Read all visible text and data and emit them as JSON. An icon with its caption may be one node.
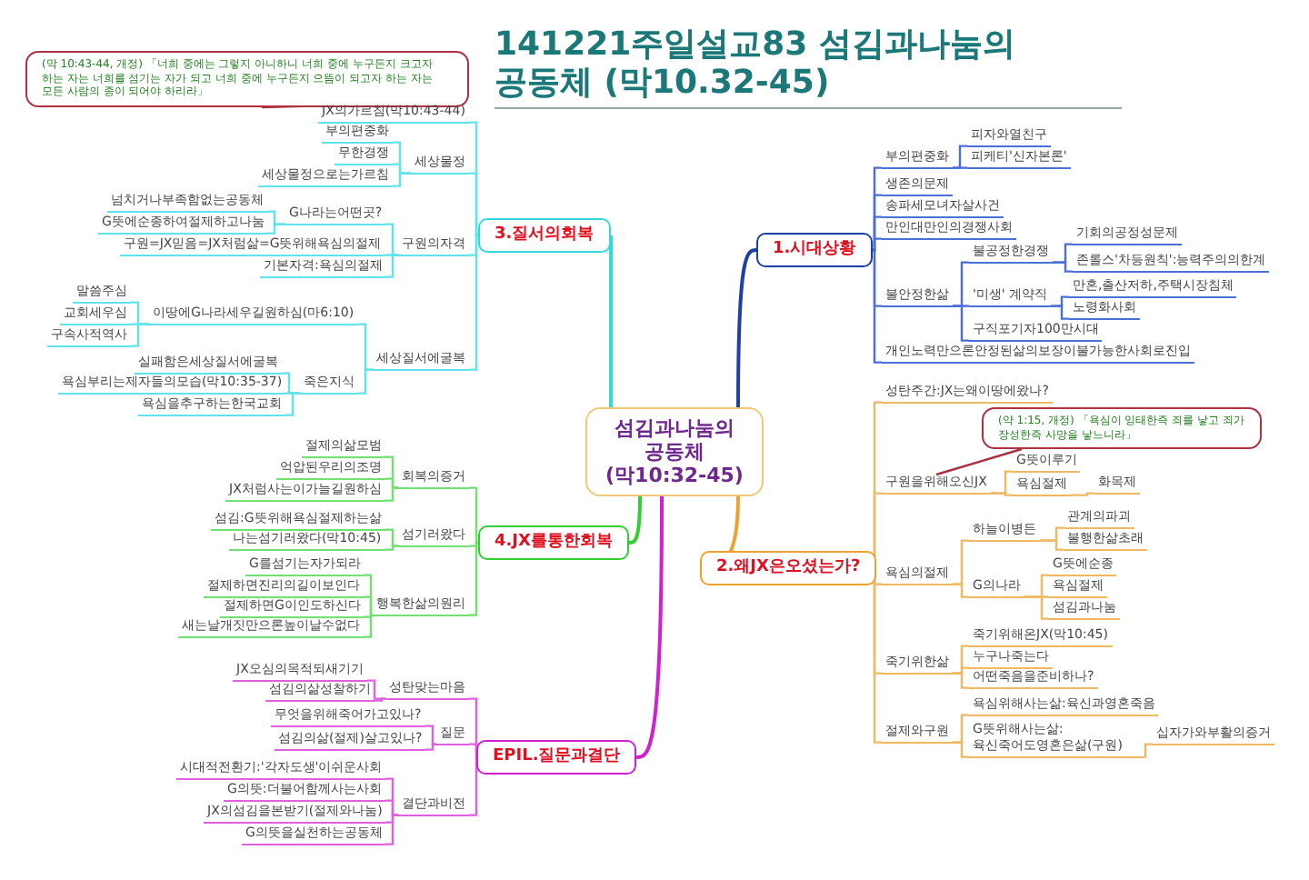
{
  "diagram": {
    "title": "141221주일설교83 섬김과나눔의 공동체 (막10.32-45)",
    "nodes": [
      {
        "text": [
          "섬김과나눔의 공동체 (막10:32-45)"
        ]
      },
      {
        "text": [
          "1.시대상황"
        ]
      },
      {
        "text": [
          "부의편중화"
        ]
      },
      {
        "text": [
          "피자와열친구"
        ]
      },
      {
        "text": [
          "피케티'신자본론'"
        ]
      },
      {
        "text": [
          "생존의문제"
        ]
      },
      {
        "text": [
          "송파세모녀자살사건"
        ]
      },
      {
        "text": [
          "만인대만인의경쟁사회"
        ]
      },
      {
        "text": [
          "불안정한삶"
        ]
      },
      {
        "text": [
          "불공정한경쟁"
        ]
      },
      {
        "text": [
          "기회의공정성문제"
        ]
      },
      {
        "text": [
          "존롤스'차등원칙':능력주의의한계"
        ]
      },
      {
        "text": [
          "'미생' 계약직"
        ]
      },
      {
        "text": [
          "만혼,출산저하,주택시장침체"
        ]
      },
      {
        "text": [
          "노령화사회"
        ]
      },
      {
        "text": [
          "구직포기자100만시대"
        ]
      },
      {
        "text": [
          "개인노력만으론안정된삶의보장이불가능한사회로진입"
        ]
      },
      {
        "text": [
          "2.왜JX은오셨는가?"
        ]
      },
      {
        "text": [
          "성탄주간:JX는왜이땅에왔나?"
        ]
      },
      {
        "text": [
          "(약 1:15, 개정) 「욕심이 잉태한즉 죄를 낳고 죄가 장성한즉 사망을 낳느니라」"
        ]
      },
      {
        "text": [
          "구원을위해오신JX"
        ]
      },
      {
        "text": [
          "G뜻이루기"
        ]
      },
      {
        "text": [
          "욕심절제"
        ]
      },
      {
        "text": [
          "화목제"
        ]
      },
      {
        "text": [
          "욕심의절제"
        ]
      },
      {
        "text": [
          "하늘이병든"
        ]
      },
      {
        "text": [
          "관계의파괴"
        ]
      },
      {
        "text": [
          "불행한삶초래"
        ]
      },
      {
        "text": [
          "G의나라"
        ]
      },
      {
        "text": [
          "G뜻에순종"
        ]
      },
      {
        "text": [
          "욕심절제"
        ]
      },
      {
        "text": [
          "섬김과나눔"
        ]
      },
      {
        "text": [
          "죽기위한삶"
        ]
      },
      {
        "text": [
          "죽기위해온JX(막10:45)"
        ]
      },
      {
        "text": [
          "누구나죽는다"
        ]
      },
      {
        "text": [
          "어떤죽음을준비하나?"
        ]
      },
      {
        "text": [
          "절제와구원"
        ]
      },
      {
        "text": [
          "욕심위해사는삶:육신과영혼죽음"
        ]
      },
      {
        "text": [
          "G뜻위해사는삶: 육신죽어도영혼은삶(구원)"
        ]
      },
      {
        "text": [
          "십자가와부활의증거"
        ]
      },
      {
        "text": [
          "3.질서의회복"
        ]
      },
      {
        "text": [
          "(막 10:43-44, 개정) 「너희 중에는 그렇지 아니하니 너희 중에 누구든지 크고자 하는 자는 너희를 섬기는 자가 되고 너희 중에 누구든지 으뜸이 되고자 하는 자는 모든 사람의 종이 되어야 하리라」"
        ]
      },
      {
        "text": [
          "JX의가르침(막10:43-44)"
        ]
      },
      {
        "text": [
          "세상물정"
        ]
      },
      {
        "text": [
          "부의편중화"
        ]
      },
      {
        "text": [
          "무한경쟁"
        ]
      },
      {
        "text": [
          "세상물정으로는가르침"
        ]
      },
      {
        "text": [
          "구원의자격"
        ]
      },
      {
        "text": [
          "G나라는어떤곳?"
        ]
      },
      {
        "text": [
          "넘치거나부족함없는공동체"
        ]
      },
      {
        "text": [
          "G뜻에순종하여절제하고나눔"
        ]
      },
      {
        "text": [
          "구원=JX믿음=JX처럼삶=G뜻위해욕심의절제"
        ]
      },
      {
        "text": [
          "기본자격:욕심의절제"
        ]
      },
      {
        "text": [
          "세상질서에굴복"
        ]
      },
      {
        "text": [
          "이땅에G나라세우길원하심(마6:10)"
        ]
      },
      {
        "text": [
          "말씀주심"
        ]
      },
      {
        "text": [
          "교회세우심"
        ]
      },
      {
        "text": [
          "구속사적역사"
        ]
      },
      {
        "text": [
          "죽은지식"
        ]
      },
      {
        "text": [
          "실패함은세상질서에굴복"
        ]
      },
      {
        "text": [
          "욕심부리는제자들의모습(막10:35-37)"
        ]
      },
      {
        "text": [
          "욕심을추구하는한국교회"
        ]
      },
      {
        "text": [
          "4.JX를통한회복"
        ]
      },
      {
        "text": [
          "회복의증거"
        ]
      },
      {
        "text": [
          "절제의삶모범"
        ]
      },
      {
        "text": [
          "억압된우리의조명"
        ]
      },
      {
        "text": [
          "JX처럼사는이가늘길원하심"
        ]
      },
      {
        "text": [
          "섬기러왔다"
        ]
      },
      {
        "text": [
          "섬김:G뜻위해욕심절제하는삶"
        ]
      },
      {
        "text": [
          "나는섬기러왔다(막10:45)"
        ]
      },
      {
        "text": [
          "행복한삶의원리"
        ]
      },
      {
        "text": [
          "G를섬기는자가되라"
        ]
      },
      {
        "text": [
          "절제하면진리의길이보인다"
        ]
      },
      {
        "text": [
          "절제하면G이인도하신다"
        ]
      },
      {
        "text": [
          "새는날개짓만으론높이날수없다"
        ]
      },
      {
        "text": [
          "EPIL.질문과결단"
        ]
      },
      {
        "text": [
          "성탄맞는마음"
        ]
      },
      {
        "text": [
          "JX오심의목적되새기기"
        ]
      },
      {
        "text": [
          "섬김의삶성찰하기"
        ]
      },
      {
        "text": [
          "질문"
        ]
      },
      {
        "text": [
          "무엇을위해죽어가고있나?"
        ]
      },
      {
        "text": [
          "섬김의삶(절제)살고있나?"
        ]
      },
      {
        "text": [
          "결단과비전"
        ]
      },
      {
        "text": [
          "시대적전환기:'각자도생'이쉬운사회"
        ]
      },
      {
        "text": [
          "G의뜻:더불어함께사는사회"
        ]
      },
      {
        "text": [
          "JX의섬김을본받기(절제와나눔)"
        ]
      },
      {
        "text": [
          "G의뜻을실천하는공동체"
        ]
      }
    ],
    "edges": [
      {
        "from": 0,
        "to": 1,
        "arrow": "none",
        "color": "#1f3fa8"
      },
      {
        "from": 1,
        "to": 2,
        "arrow": "none",
        "color": "#4a6fd8"
      },
      {
        "from": 2,
        "to": 3,
        "arrow": "none",
        "color": "#4a6fd8"
      },
      {
        "from": 2,
        "to": 4,
        "arrow": "none",
        "color": "#4a6fd8"
      },
      {
        "from": 1,
        "to": 5,
        "arrow": "none",
        "color": "#4a6fd8"
      },
      {
        "from": 1,
        "to": 6,
        "arrow": "none",
        "color": "#4a6fd8"
      },
      {
        "from": 1,
        "to": 7,
        "arrow": "none",
        "color": "#4a6fd8"
      },
      {
        "from": 1,
        "to": 8,
        "arrow": "none",
        "color": "#4a6fd8"
      },
      {
        "from": 8,
        "to": 9,
        "arrow": "none",
        "color": "#4a6fd8"
      },
      {
        "from": 9,
        "to": 10,
        "arrow": "none",
        "color": "#4a6fd8"
      },
      {
        "from": 9,
        "to": 11,
        "arrow": "none",
        "color": "#4a6fd8"
      },
      {
        "from": 8,
        "to": 12,
        "arrow": "none",
        "color": "#4a6fd8"
      },
      {
        "from": 12,
        "to": 13,
        "arrow": "none",
        "color": "#4a6fd8"
      },
      {
        "from": 12,
        "to": 14,
        "arrow": "none",
        "color": "#4a6fd8"
      },
      {
        "from": 8,
        "to": 15,
        "arrow": "none",
        "color": "#4a6fd8"
      },
      {
        "from": 1,
        "to": 16,
        "arrow": "none",
        "color": "#4a6fd8"
      },
      {
        "from": 0,
        "to": 17,
        "arrow": "none",
        "color": "#f0a030"
      },
      {
        "from": 17,
        "to": 18,
        "arrow": "none",
        "color": "#f0b860"
      },
      {
        "from": 19,
        "to": 20,
        "arrow": "none",
        "color": "#a83040"
      },
      {
        "from": 17,
        "to": 20,
        "arrow": "none",
        "color": "#f0b860"
      },
      {
        "from": 20,
        "to": 21,
        "arrow": "none",
        "color": "#f0b860"
      },
      {
        "from": 20,
        "to": 22,
        "arrow": "none",
        "color": "#f0b860"
      },
      {
        "from": 22,
        "to": 23,
        "arrow": "none",
        "color": "#f0b860"
      },
      {
        "from": 17,
        "to": 24,
        "arrow": "none",
        "color": "#f0b860"
      },
      {
        "from": 24,
        "to": 25,
        "arrow": "none",
        "color": "#f0b860"
      },
      {
        "from": 25,
        "to": 26,
        "arrow": "none",
        "color": "#f0b860"
      },
      {
        "from": 25,
        "to": 27,
        "arrow": "none",
        "color": "#f0b860"
      },
      {
        "from": 24,
        "to": 28,
        "arrow": "none",
        "color": "#f0b860"
      },
      {
        "from": 28,
        "to": 29,
        "arrow": "none",
        "color": "#f0b860"
      },
      {
        "from": 28,
        "to": 30,
        "arrow": "none",
        "color": "#f0b860"
      },
      {
        "from": 28,
        "to": 31,
        "arrow": "none",
        "color": "#f0b860"
      },
      {
        "from": 17,
        "to": 32,
        "arrow": "none",
        "color": "#f0b860"
      },
      {
        "from": 32,
        "to": 33,
        "arrow": "none",
        "color": "#f0b860"
      },
      {
        "from": 32,
        "to": 34,
        "arrow": "none",
        "color": "#f0b860"
      },
      {
        "from": 32,
        "to": 35,
        "arrow": "none",
        "color": "#f0b860"
      },
      {
        "from": 17,
        "to": 36,
        "arrow": "none",
        "color": "#f0b860"
      },
      {
        "from": 36,
        "to": 37,
        "arrow": "none",
        "color": "#f0b860"
      },
      {
        "from": 36,
        "to": 38,
        "arrow": "none",
        "color": "#f0b860"
      },
      {
        "from": 38,
        "to": 39,
        "arrow": "none",
        "color": "#f0b860"
      },
      {
        "from": 0,
        "to": 40,
        "arrow": "none",
        "color": "#30d8e0"
      },
      {
        "from": 41,
        "to": 42,
        "arrow": "none",
        "color": "#a83040"
      },
      {
        "from": 40,
        "to": 42,
        "arrow": "none",
        "color": "#60e4ec"
      },
      {
        "from": 40,
        "to": 43,
        "arrow": "none",
        "color": "#60e4ec"
      },
      {
        "from": 43,
        "to": 44,
        "arrow": "none",
        "color": "#60e4ec"
      },
      {
        "from": 43,
        "to": 45,
        "arrow": "none",
        "color": "#60e4ec"
      },
      {
        "from": 43,
        "to": 46,
        "arrow": "none",
        "color": "#60e4ec"
      },
      {
        "from": 40,
        "to": 47,
        "arrow": "none",
        "color": "#60e4ec"
      },
      {
        "from": 47,
        "to": 48,
        "arrow": "none",
        "color": "#60e4ec"
      },
      {
        "from": 48,
        "to": 49,
        "arrow": "none",
        "color": "#60e4ec"
      },
      {
        "from": 48,
        "to": 50,
        "arrow": "none",
        "color": "#60e4ec"
      },
      {
        "from": 47,
        "to": 51,
        "arrow": "none",
        "color": "#60e4ec"
      },
      {
        "from": 47,
        "to": 52,
        "arrow": "none",
        "color": "#60e4ec"
      },
      {
        "from": 40,
        "to": 53,
        "arrow": "none",
        "color": "#60e4ec"
      },
      {
        "from": 53,
        "to": 54,
        "arrow": "none",
        "color": "#60e4ec"
      },
      {
        "from": 54,
        "to": 55,
        "arrow": "none",
        "color": "#60e4ec"
      },
      {
        "from": 54,
        "to": 56,
        "arrow": "none",
        "color": "#60e4ec"
      },
      {
        "from": 54,
        "to": 57,
        "arrow": "none",
        "color": "#60e4ec"
      },
      {
        "from": 53,
        "to": 58,
        "arrow": "none",
        "color": "#60e4ec"
      },
      {
        "from": 58,
        "to": 59,
        "arrow": "none",
        "color": "#60e4ec"
      },
      {
        "from": 58,
        "to": 60,
        "arrow": "none",
        "color": "#60e4ec"
      },
      {
        "from": 58,
        "to": 61,
        "arrow": "none",
        "color": "#60e4ec"
      },
      {
        "from": 0,
        "to": 62,
        "arrow": "none",
        "color": "#30d030"
      },
      {
        "from": 62,
        "to": 63,
        "arrow": "none",
        "color": "#70e070"
      },
      {
        "from": 63,
        "to": 64,
        "arrow": "none",
        "color": "#70e070"
      },
      {
        "from": 63,
        "to": 65,
        "arrow": "none",
        "color": "#70e070"
      },
      {
        "from": 63,
        "to": 66,
        "arrow": "none",
        "color": "#70e070"
      },
      {
        "from": 62,
        "to": 67,
        "arrow": "none",
        "color": "#70e070"
      },
      {
        "from": 67,
        "to": 68,
        "arrow": "none",
        "color": "#70e070"
      },
      {
        "from": 67,
        "to": 69,
        "arrow": "none",
        "color": "#70e070"
      },
      {
        "from": 62,
        "to": 70,
        "arrow": "none",
        "color": "#70e070"
      },
      {
        "from": 70,
        "to": 71,
        "arrow": "none",
        "color": "#70e070"
      },
      {
        "from": 70,
        "to": 72,
        "arrow": "none",
        "color": "#70e070"
      },
      {
        "from": 70,
        "to": 73,
        "arrow": "none",
        "color": "#70e070"
      },
      {
        "from": 70,
        "to": 74,
        "arrow": "none",
        "color": "#70e070"
      },
      {
        "from": 0,
        "to": 75,
        "arrow": "none",
        "color": "#d020d0"
      },
      {
        "from": 75,
        "to": 76,
        "arrow": "none",
        "color": "#e060e0"
      },
      {
        "from": 76,
        "to": 77,
        "arrow": "none",
        "color": "#e060e0"
      },
      {
        "from": 76,
        "to": 78,
        "arrow": "none",
        "color": "#e060e0"
      },
      {
        "from": 75,
        "to": 79,
        "arrow": "none",
        "color": "#e060e0"
      },
      {
        "from": 79,
        "to": 80,
        "arrow": "none",
        "color": "#e060e0"
      },
      {
        "from": 79,
        "to": 81,
        "arrow": "none",
        "color": "#e060e0"
      },
      {
        "from": 75,
        "to": 82,
        "arrow": "none",
        "color": "#e060e0"
      },
      {
        "from": 82,
        "to": 83,
        "arrow": "none",
        "color": "#e060e0"
      },
      {
        "from": 82,
        "to": 84,
        "arrow": "none",
        "color": "#e060e0"
      },
      {
        "from": 82,
        "to": 85,
        "arrow": "none",
        "color": "#e060e0"
      },
      {
        "from": 82,
        "to": 86,
        "arrow": "none",
        "color": "#e060e0"
      }
    ]
  }
}
